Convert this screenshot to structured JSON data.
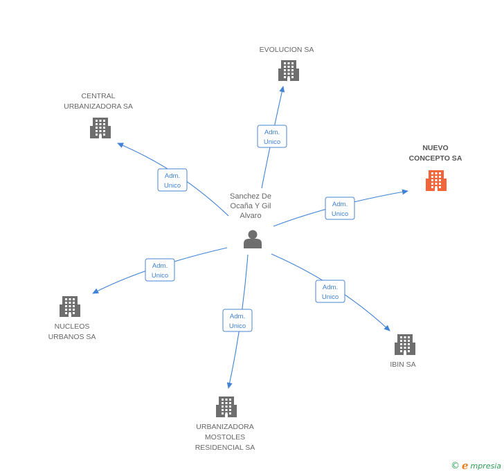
{
  "person": {
    "label_lines": [
      "Sanchez De",
      "Ocaña Y Gil",
      "Alvaro"
    ],
    "icon": "person-icon",
    "color": "#6e6e6e"
  },
  "edge_label_lines": [
    "Adm.",
    "Unico"
  ],
  "colors": {
    "building_default": "#6e6e6e",
    "building_highlight": "#f0663a",
    "edge": "#3f82d6",
    "edge_label": "#3d7fcf"
  },
  "companies": [
    {
      "id": "evolucion",
      "label_lines": [
        "EVOLUCION SA"
      ],
      "highlight": false,
      "icon": "building-icon"
    },
    {
      "id": "central",
      "label_lines": [
        "CENTRAL",
        "URBANIZADORA SA"
      ],
      "highlight": false,
      "icon": "building-icon"
    },
    {
      "id": "nuevo",
      "label_lines": [
        "NUEVO",
        "CONCEPTO SA"
      ],
      "highlight": true,
      "icon": "building-icon"
    },
    {
      "id": "nucleos",
      "label_lines": [
        "NUCLEOS",
        "URBANOS SA"
      ],
      "highlight": false,
      "icon": "building-icon"
    },
    {
      "id": "ibin",
      "label_lines": [
        "IBIN SA"
      ],
      "highlight": false,
      "icon": "building-icon"
    },
    {
      "id": "mostoles",
      "label_lines": [
        "URBANIZADORA",
        "MOSTOLES",
        "RESIDENCIAL SA"
      ],
      "highlight": false,
      "icon": "building-icon"
    }
  ],
  "footer": {
    "copyright": "©",
    "brand_e": "e",
    "brand_rest": "mpresia"
  }
}
